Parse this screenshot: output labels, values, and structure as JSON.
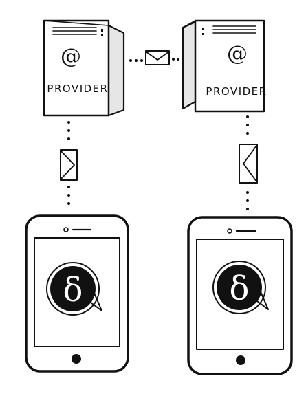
{
  "servers": [
    {
      "label": "PROVIDER",
      "glyph": "@"
    },
    {
      "label": "PROVIDER",
      "glyph": "@"
    }
  ],
  "app_logo_glyph": "δ",
  "colors": {
    "ink": "#111111",
    "paper": "#ffffff",
    "shade": "#e6e6e6"
  },
  "icons": [
    "server-icon",
    "envelope-icon",
    "smartphone-icon",
    "chat-bubble-logo-icon"
  ]
}
